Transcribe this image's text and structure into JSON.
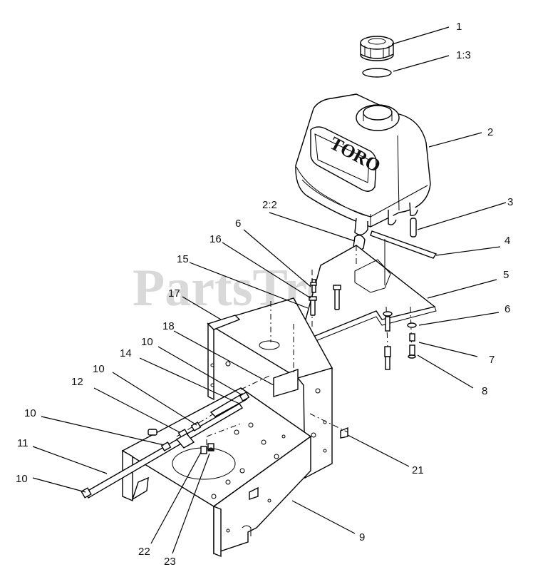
{
  "watermark": "PartsTree",
  "tank_logo": "TORO",
  "callouts": {
    "c1": "1",
    "c1_3": "1:3",
    "c2": "2",
    "c2_2": "2:2",
    "c3": "3",
    "c4": "4",
    "c5": "5",
    "c6a": "6",
    "c6b": "6",
    "c7": "7",
    "c8": "8",
    "c9": "9",
    "c10a": "10",
    "c10b": "10",
    "c10c": "10",
    "c10d": "10",
    "c11": "11",
    "c12": "12",
    "c14": "14",
    "c15": "15",
    "c16": "16",
    "c17": "17",
    "c18": "18",
    "c21": "21",
    "c22": "22",
    "c23": "23"
  }
}
